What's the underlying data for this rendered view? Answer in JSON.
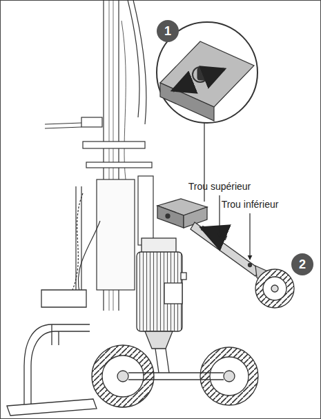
{
  "diagram": {
    "labels": [
      "1",
      "Trou supérieur",
      "Trou inférieur",
      "2"
    ]
  }
}
